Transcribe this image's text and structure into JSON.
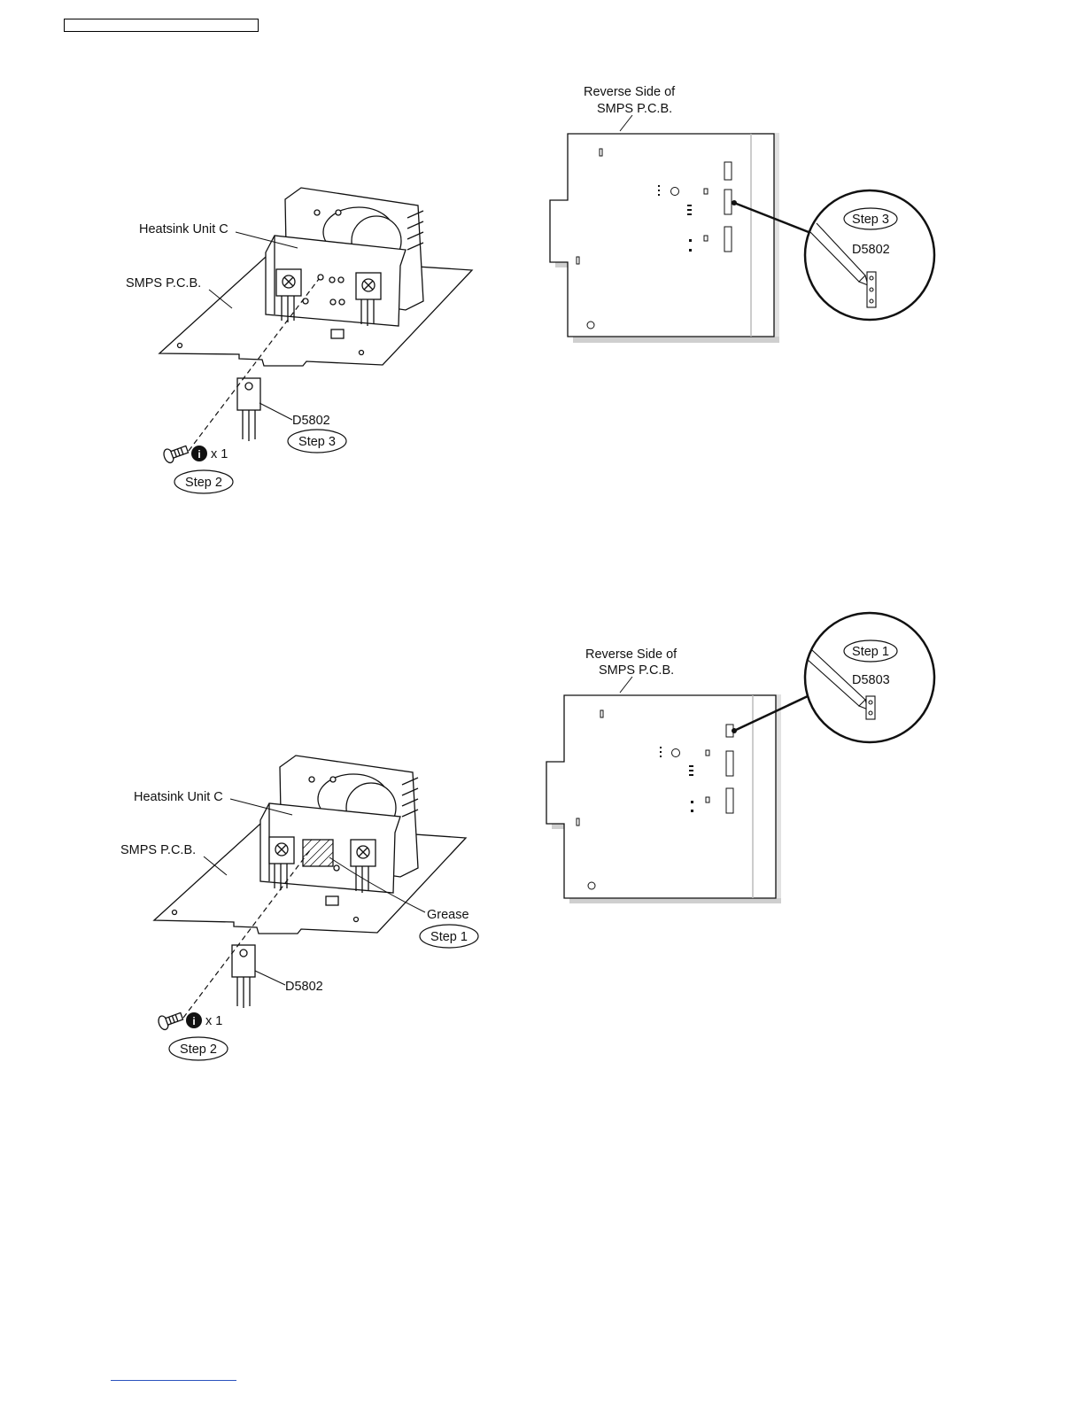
{
  "header": {
    "label": ""
  },
  "figures": {
    "top_left": {
      "heatsink_label": "Heatsink Unit C",
      "pcb_label": "SMPS P.C.B.",
      "part_label": "D5802",
      "part_step": "Step 3",
      "screw_count": "x 1",
      "screw_step": "Step 2"
    },
    "top_right": {
      "title_line1": "Reverse Side of",
      "title_line2": "SMPS P.C.B.",
      "zoom_step": "Step 3",
      "zoom_part": "D5802"
    },
    "bottom_left": {
      "heatsink_label": "Heatsink Unit C",
      "pcb_label": "SMPS P.C.B.",
      "grease_label": "Grease",
      "grease_step": "Step 1",
      "part_label": "D5802",
      "screw_count": "x 1",
      "screw_step": "Step 2"
    },
    "bottom_right": {
      "title_line1": "Reverse Side of",
      "title_line2": "SMPS P.C.B.",
      "zoom_step": "Step 1",
      "zoom_part": "D5803"
    }
  },
  "colors": {
    "line": "#111111",
    "shadow": "#cfcfcf",
    "footer_link": "#2a52be"
  }
}
